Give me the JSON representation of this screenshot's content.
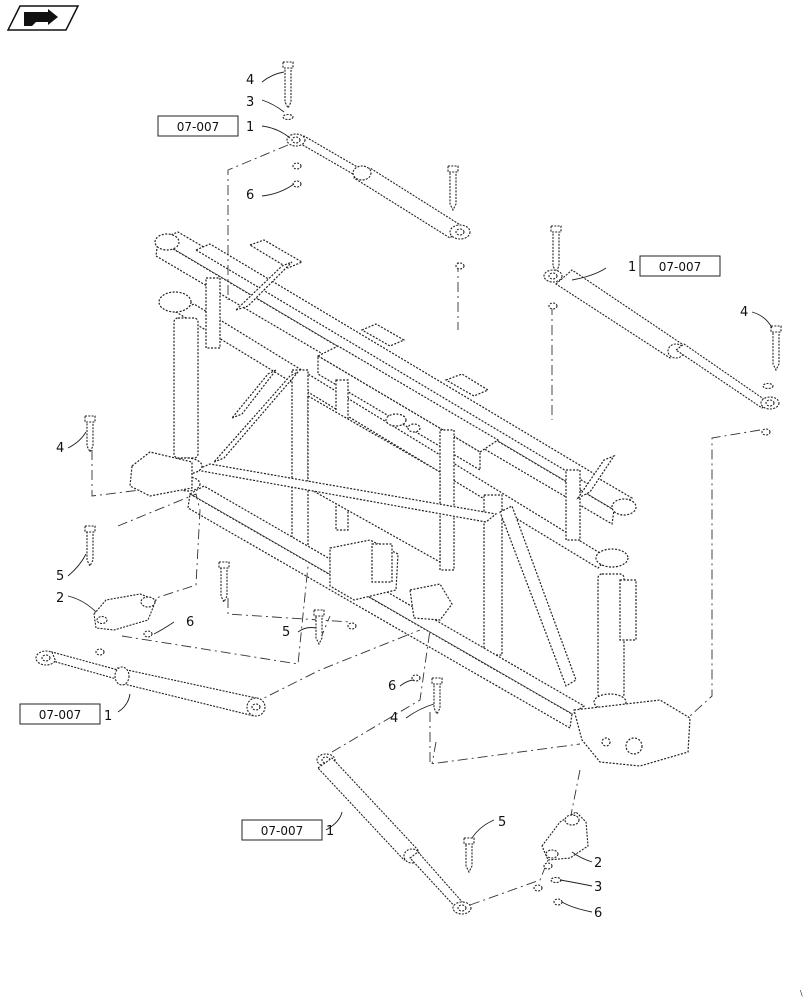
{
  "nav_icon": "next-page-arrow-icon",
  "references": [
    {
      "id": "ref-top",
      "text": "07-007"
    },
    {
      "id": "ref-right",
      "text": "07-007"
    },
    {
      "id": "ref-left",
      "text": "07-007"
    },
    {
      "id": "ref-bottom",
      "text": "07-007"
    }
  ],
  "callouts": [
    {
      "id": "c-top-4",
      "num": "4"
    },
    {
      "id": "c-top-3",
      "num": "3"
    },
    {
      "id": "c-top-1",
      "num": "1"
    },
    {
      "id": "c-top-6",
      "num": "6"
    },
    {
      "id": "c-right-1",
      "num": "1"
    },
    {
      "id": "c-right-4",
      "num": "4"
    },
    {
      "id": "c-left-4",
      "num": "4"
    },
    {
      "id": "c-left-5",
      "num": "5"
    },
    {
      "id": "c-left-2",
      "num": "2"
    },
    {
      "id": "c-left-6",
      "num": "6"
    },
    {
      "id": "c-left-1",
      "num": "1"
    },
    {
      "id": "c-mid-5",
      "num": "5"
    },
    {
      "id": "c-mid-6",
      "num": "6"
    },
    {
      "id": "c-mid-4",
      "num": "4"
    },
    {
      "id": "c-bot-1",
      "num": "1"
    },
    {
      "id": "c-bot-5",
      "num": "5"
    },
    {
      "id": "c-bot-2",
      "num": "2"
    },
    {
      "id": "c-bot-3",
      "num": "3"
    },
    {
      "id": "c-bot-6",
      "num": "6"
    }
  ]
}
